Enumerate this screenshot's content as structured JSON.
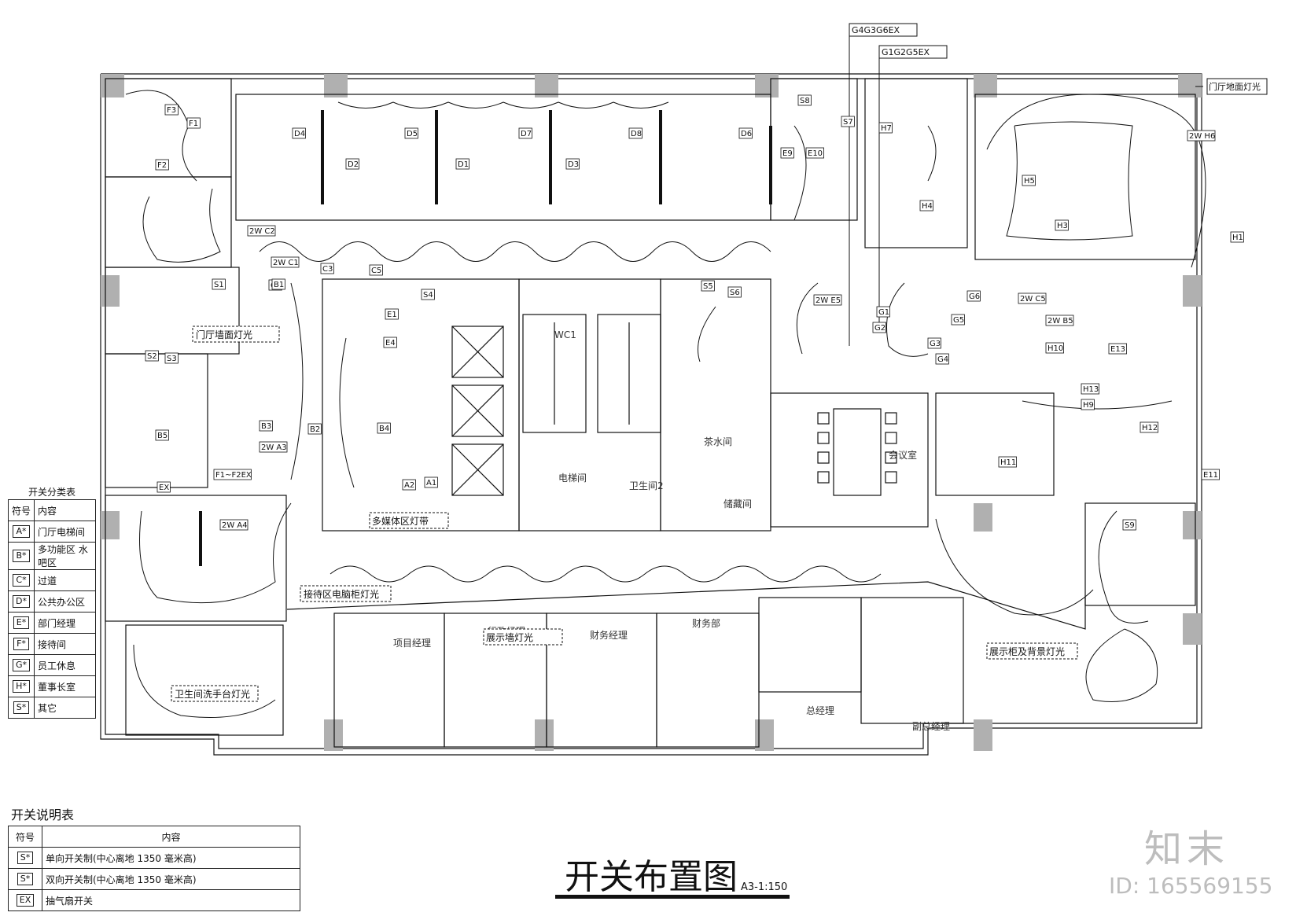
{
  "top_labels": {
    "t1": "G4G3G6EX",
    "t2": "G1G2G5EX",
    "t3": "门厅地面灯光"
  },
  "fixture_tags": [
    {
      "label": "F3"
    },
    {
      "label": "F1"
    },
    {
      "label": "F2"
    },
    {
      "label": "D2"
    },
    {
      "label": "D1"
    },
    {
      "label": "D3"
    },
    {
      "label": "D4"
    },
    {
      "label": "D5"
    },
    {
      "label": "D7"
    },
    {
      "label": "D8"
    },
    {
      "label": "D6"
    },
    {
      "label": "S8"
    },
    {
      "label": "S7"
    },
    {
      "label": "H7"
    },
    {
      "label": "E9"
    },
    {
      "label": "E10"
    },
    {
      "label": "H3"
    },
    {
      "label": "H5"
    },
    {
      "label": "H4"
    },
    {
      "label": "H1"
    },
    {
      "label": "2W H6"
    },
    {
      "label": "2W C2"
    },
    {
      "label": "2W C1"
    },
    {
      "label": "C3"
    },
    {
      "label": "C4"
    },
    {
      "label": "C5"
    },
    {
      "label": "E1"
    },
    {
      "label": "E4"
    },
    {
      "label": "A2"
    },
    {
      "label": "A1"
    },
    {
      "label": "S1"
    },
    {
      "label": "S2"
    },
    {
      "label": "S3"
    },
    {
      "label": "S4"
    },
    {
      "label": "S5"
    },
    {
      "label": "S6"
    },
    {
      "label": "S9"
    },
    {
      "label": "B1"
    },
    {
      "label": "B2"
    },
    {
      "label": "B3"
    },
    {
      "label": "B4"
    },
    {
      "label": "B5"
    },
    {
      "label": "EX"
    },
    {
      "label": "F1~F2EX"
    },
    {
      "label": "2W A3"
    },
    {
      "label": "2W A4"
    },
    {
      "label": "2W B5"
    },
    {
      "label": "2W E5"
    },
    {
      "label": "2W C5"
    },
    {
      "label": "H9"
    },
    {
      "label": "H10"
    },
    {
      "label": "H11"
    },
    {
      "label": "H12"
    },
    {
      "label": "H13"
    },
    {
      "label": "E13"
    },
    {
      "label": "E11"
    },
    {
      "label": "G1"
    },
    {
      "label": "G2"
    },
    {
      "label": "G3"
    },
    {
      "label": "G4"
    },
    {
      "label": "G5"
    },
    {
      "label": "G6"
    }
  ],
  "rooms": {
    "meeting": "会议室",
    "storage": "储藏间",
    "elev_room": "电梯间",
    "pantry": "茶水间",
    "office1": "项目经理",
    "office2": "行政经理",
    "office3": "财务经理",
    "office4": "财务部",
    "office5": "总经理",
    "office6": "副总经理",
    "wc1": "WC1",
    "wc2": "卫生间2"
  },
  "callouts": {
    "c1": "门厅墙面灯光",
    "c2": "卫生间洗手台灯光",
    "c3": "接待区电脑柜灯光",
    "c4": "展示柜及背景灯光",
    "c5": "多媒体区灯带",
    "c6": "展示墙灯光"
  },
  "legend_groups": {
    "title": "开关分类表",
    "col_symbol": "符号",
    "col_content": "内容",
    "rows": [
      {
        "symbol": "A*",
        "content": "门厅电梯间"
      },
      {
        "symbol": "B*",
        "content": "多功能区 水吧区"
      },
      {
        "symbol": "C*",
        "content": "过道"
      },
      {
        "symbol": "D*",
        "content": "公共办公区"
      },
      {
        "symbol": "E*",
        "content": "部门经理"
      },
      {
        "symbol": "F*",
        "content": "接待间"
      },
      {
        "symbol": "G*",
        "content": "员工休息"
      },
      {
        "symbol": "H*",
        "content": "董事长室"
      },
      {
        "symbol": "S*",
        "content": "其它"
      }
    ]
  },
  "legend_switch": {
    "title": "开关说明表",
    "col_symbol": "符号",
    "col_content": "内容",
    "rows": [
      {
        "symbol": "S*",
        "content": "单向开关制(中心离地 1350 毫米高)"
      },
      {
        "symbol": "S*",
        "content": "双向开关制(中心离地 1350 毫米高)"
      },
      {
        "symbol": "EX",
        "content": "抽气扇开关"
      }
    ]
  },
  "drawing": {
    "title": "开关布置图",
    "scale": "A3-1:150"
  },
  "watermark": {
    "logo": "知末",
    "id": "ID: 165569155"
  }
}
